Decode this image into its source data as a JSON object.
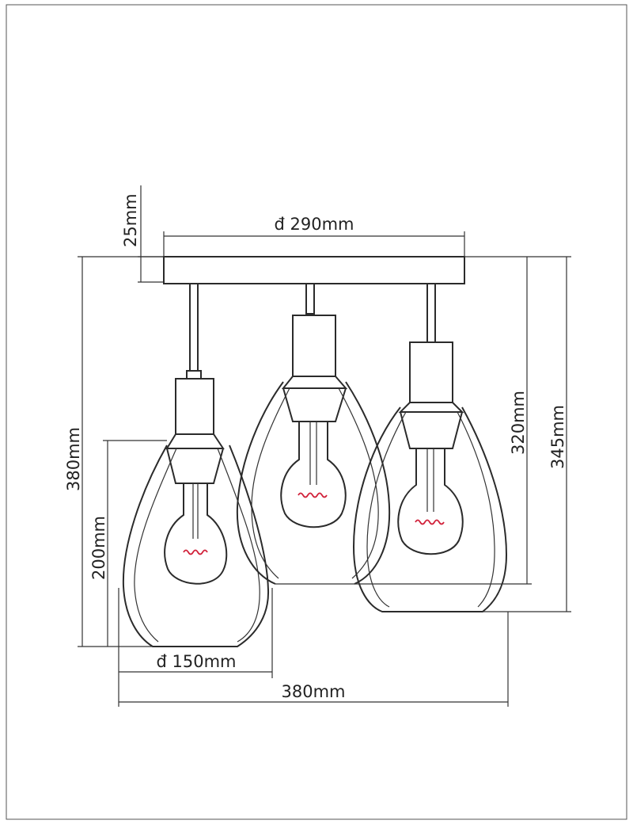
{
  "dimensions": {
    "base_height": "25mm",
    "canopy_diameter": "đ 290mm",
    "total_height": "380mm",
    "shade_height": "200mm",
    "shade_diameter": "đ 150mm",
    "total_width": "380mm",
    "mid_height": "320mm",
    "right_height": "345mm"
  },
  "colors": {
    "line": "#2b2b2b",
    "filament": "#d1213a",
    "background": "#ffffff"
  }
}
